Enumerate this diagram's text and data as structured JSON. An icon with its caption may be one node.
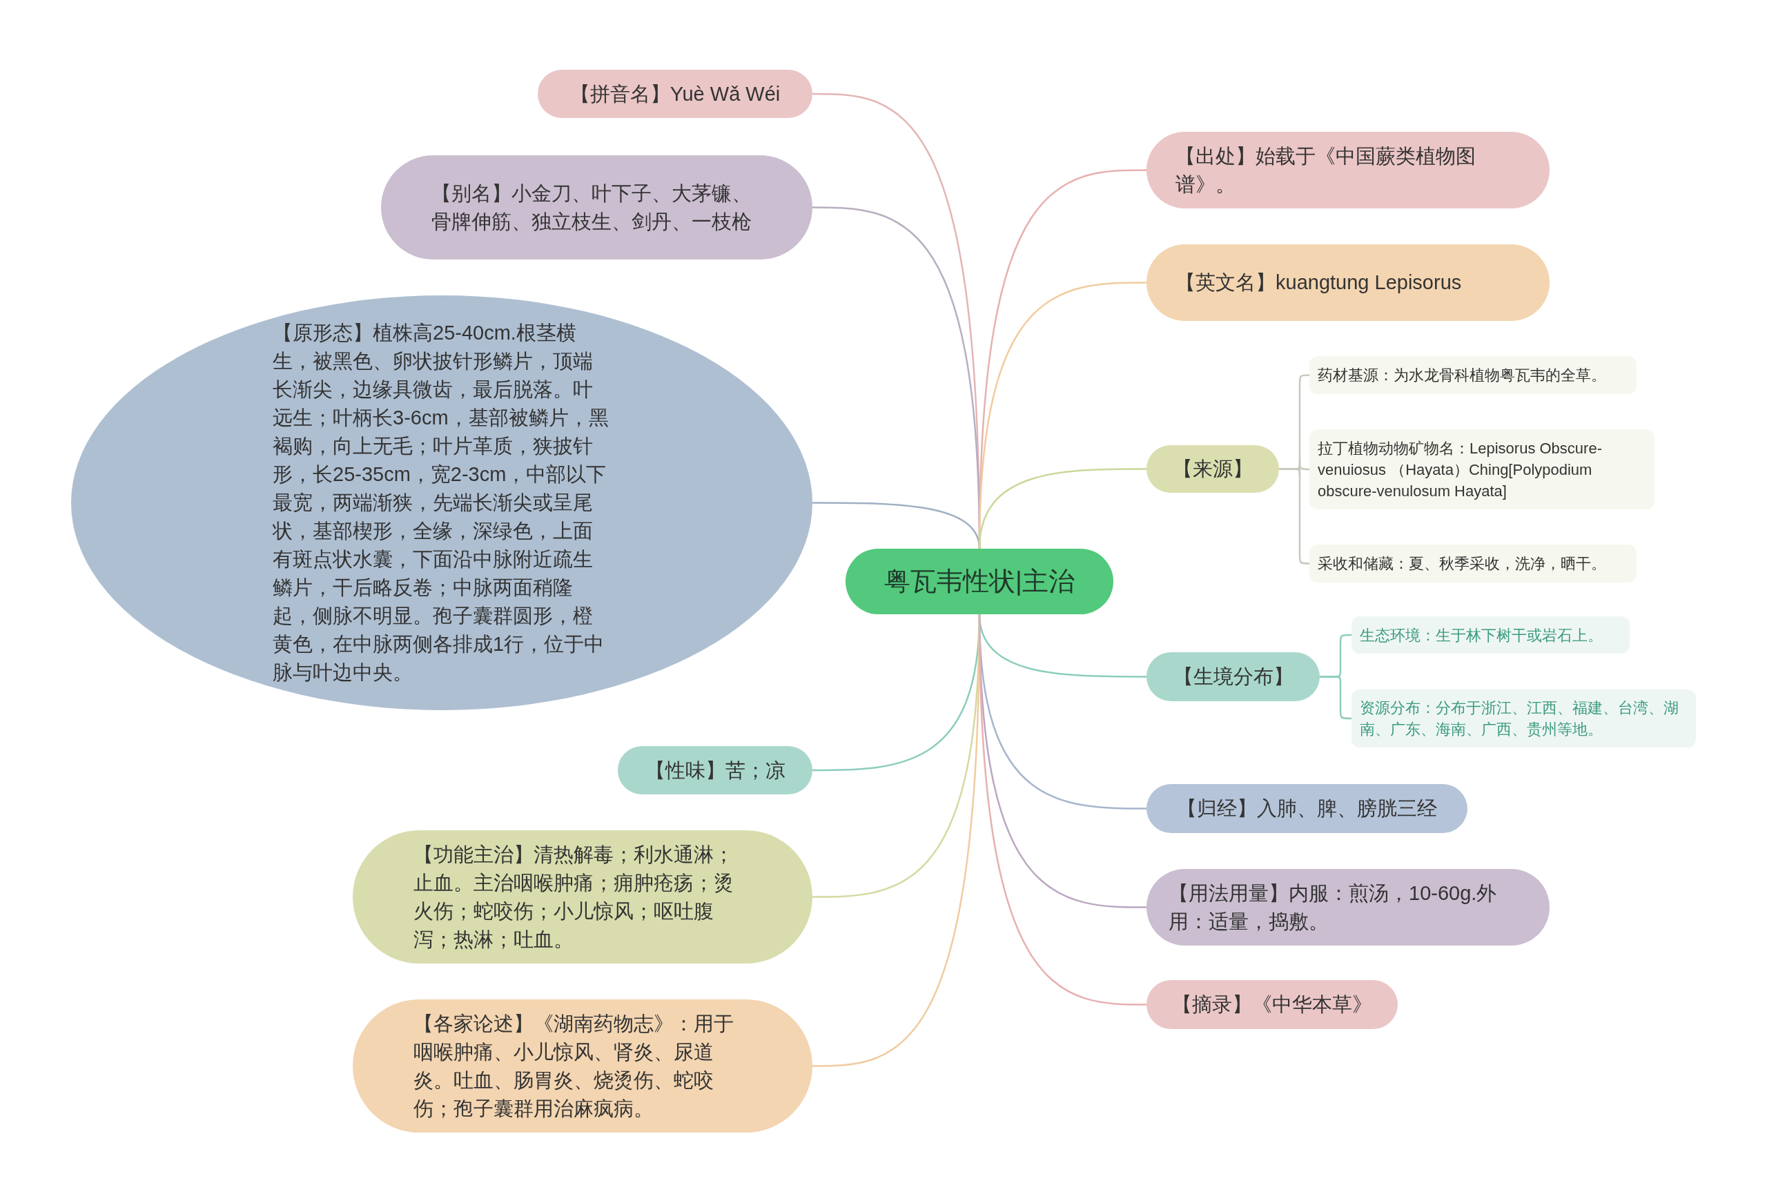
{
  "diagram": {
    "nodes": [
      {
        "text": [
          "粤瓦韦性状|主治"
        ]
      },
      {
        "text": [
          "【拼音名】Yuè Wǎ Wéi"
        ]
      },
      {
        "text": [
          "【别名】小金刀、叶下子、大茅镰、骨牌伸筋、独立枝生、剑丹、一枝枪"
        ]
      },
      {
        "text": [
          "【原形态】植株高25-40cm.根茎横生，被黑色、卵状披针形鳞片，顶端长渐尖，边缘具微齿，最后脱落。叶远生；叶柄长3-6cm，基部被鳞片，黑褐购，向上无毛；叶片革质，狭披针形，长25-35cm，宽2-3cm，中部以下最宽，两端渐狭，先端长渐尖或呈尾状，基部楔形，全缘，深绿色，上面有斑点状水囊，下面沿中脉附近疏生鳞片，干后略反卷；中脉两面稍隆起，侧脉不明显。孢子囊群圆形，橙黄色，在中脉两侧各排成1行，位于中脉与叶边中央。"
        ]
      },
      {
        "text": [
          "【性味】苦；凉"
        ]
      },
      {
        "text": [
          "【功能主治】清热解毒；利水通淋；止血。主治咽喉肿痛；痈肿疮疡；烫火伤；蛇咬伤；小儿惊风；呕吐腹泻；热淋；吐血。"
        ]
      },
      {
        "text": [
          "【各家论述】《湖南药物志》：用于咽喉肿痛、小儿惊风、肾炎、尿道炎。吐血、肠胃炎、烧烫伤、蛇咬伤；孢子囊群用治麻疯病。"
        ]
      },
      {
        "text": [
          "【出处】始载于《中国蕨类植物图谱》。"
        ]
      },
      {
        "text": [
          "【英文名】kuangtung Lepisorus"
        ]
      },
      {
        "text": [
          "【来源】"
        ]
      },
      {
        "text": [
          "药材基源：为水龙骨科植物粤瓦韦的全草。"
        ]
      },
      {
        "text": [
          "拉丁植物动物矿物名：Lepisorus Obscure-venuiosus （Hayata）Ching[Polypodium obscure-venulosum Hayata]"
        ]
      },
      {
        "text": [
          "采收和储藏：夏、秋季采收，洗净，晒干。"
        ]
      },
      {
        "text": [
          "【生境分布】"
        ]
      },
      {
        "text": [
          "生态环境：生于林下树干或岩石上。"
        ]
      },
      {
        "text": [
          "资源分布：分布于浙江、江西、福建、台湾、湖南、广东、海南、广西、贵州等地。"
        ]
      },
      {
        "text": [
          "【归经】入肺、脾、膀胱三经"
        ]
      },
      {
        "text": [
          "【用法用量】内服：煎汤，10-60g.外用：适量，捣敷。"
        ]
      },
      {
        "text": [
          "【摘录】《中华本草》"
        ]
      }
    ],
    "edges": [
      {
        "from": 0,
        "to": 1,
        "arrow": "none",
        "color": "#e3b5b5"
      },
      {
        "from": 0,
        "to": 2,
        "arrow": "none",
        "color": "#b8aec0"
      },
      {
        "from": 0,
        "to": 3,
        "arrow": "none",
        "color": "#9fb0c4"
      },
      {
        "from": 0,
        "to": 4,
        "arrow": "none",
        "color": "#8ccdbd"
      },
      {
        "from": 0,
        "to": 5,
        "arrow": "none",
        "color": "#d5d9a0"
      },
      {
        "from": 0,
        "to": 6,
        "arrow": "none",
        "color": "#f0cca0"
      },
      {
        "from": 0,
        "to": 7,
        "arrow": "none",
        "color": "#e8b0b0"
      },
      {
        "from": 0,
        "to": 8,
        "arrow": "none",
        "color": "#f2cc9e"
      },
      {
        "from": 0,
        "to": 9,
        "arrow": "none",
        "color": "#c8d89a"
      },
      {
        "from": 0,
        "to": 13,
        "arrow": "none",
        "color": "#8ccdbd"
      },
      {
        "from": 0,
        "to": 16,
        "arrow": "none",
        "color": "#a7b6cc"
      },
      {
        "from": 0,
        "to": 17,
        "arrow": "none",
        "color": "#bba8c0"
      },
      {
        "from": 0,
        "to": 18,
        "arrow": "none",
        "color": "#e8b0b0"
      },
      {
        "from": 9,
        "to": 10,
        "arrow": "none",
        "color": "#c8c8bc"
      },
      {
        "from": 9,
        "to": 11,
        "arrow": "none",
        "color": "#c8c8bc"
      },
      {
        "from": 9,
        "to": 12,
        "arrow": "none",
        "color": "#c8c8bc"
      },
      {
        "from": 13,
        "to": 14,
        "arrow": "none",
        "color": "#8ccdbd"
      },
      {
        "from": 13,
        "to": 15,
        "arrow": "none",
        "color": "#8ccdbd"
      }
    ]
  }
}
